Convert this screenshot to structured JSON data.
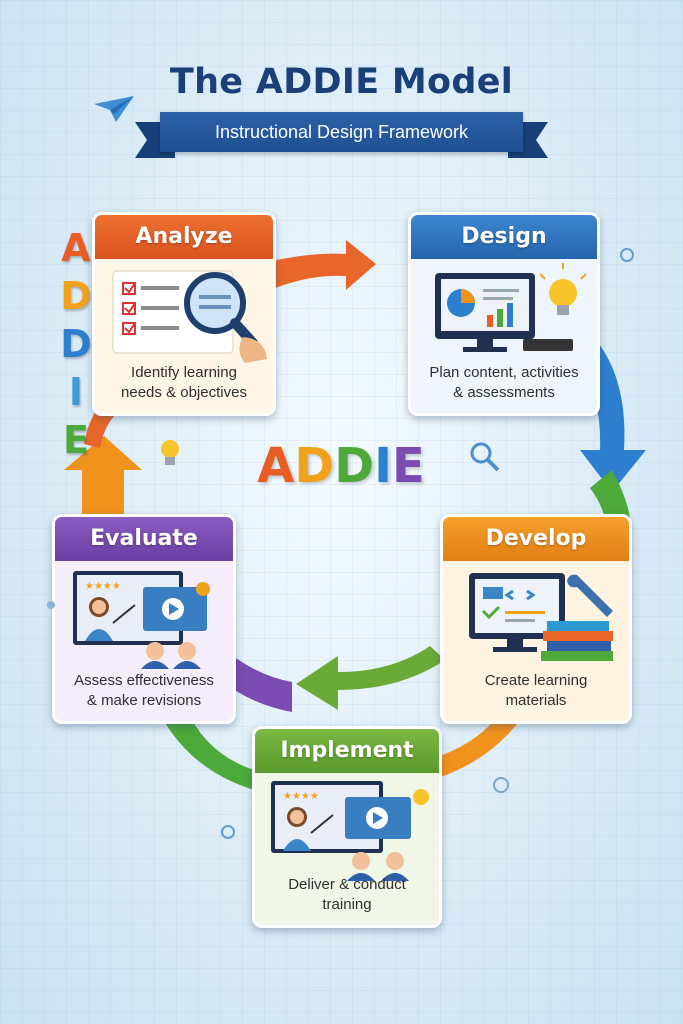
{
  "header": {
    "title": "The ADDIE Model",
    "subtitle": "Instructional Design Framework"
  },
  "side_letters": [
    {
      "char": "A",
      "color": "#e85d24"
    },
    {
      "char": "D",
      "color": "#f0a21c"
    },
    {
      "char": "D",
      "color": "#2f7fd0"
    },
    {
      "char": "I",
      "color": "#3e9bd6"
    },
    {
      "char": "E",
      "color": "#4da93a"
    }
  ],
  "center_word": [
    {
      "char": "A",
      "color": "#e85d24"
    },
    {
      "char": "D",
      "color": "#f0a21c"
    },
    {
      "char": "D",
      "color": "#4da93a"
    },
    {
      "char": "I",
      "color": "#2f7fd0"
    },
    {
      "char": "E",
      "color": "#7a4bb0"
    }
  ],
  "phases": {
    "analyze": {
      "title": "Analyze",
      "desc_line1": "Identify learning",
      "desc_line2": "needs & objectives",
      "color": "#e8662a",
      "icon": "checklist-magnifier-icon"
    },
    "design": {
      "title": "Design",
      "desc_line1": "Plan content, activities",
      "desc_line2": "& assessments",
      "color": "#2f78c4",
      "icon": "monitor-chart-lightbulb-icon"
    },
    "develop": {
      "title": "Develop",
      "desc_line1": "Create learning",
      "desc_line2": "materials",
      "color": "#f0921c",
      "icon": "monitor-books-wrench-icon"
    },
    "implement": {
      "title": "Implement",
      "desc_line1": "Deliver & conduct",
      "desc_line2": "training",
      "color": "#6aaa36",
      "icon": "teacher-presentation-icon"
    },
    "evaluate": {
      "title": "Evaluate",
      "desc_line1": "Assess effectiveness",
      "desc_line2": "& make revisions",
      "color": "#7a4bb0",
      "icon": "teacher-video-audience-icon"
    }
  },
  "arrow_colors": {
    "analyze_to_design": "#e8662a",
    "design_to_develop": "#2f7fd0",
    "develop_to_implement": "#f0921c",
    "implement_to_evaluate": "#6aaa36",
    "evaluate_to_analyze": "#7a4bb0",
    "return": "#f0921c"
  }
}
